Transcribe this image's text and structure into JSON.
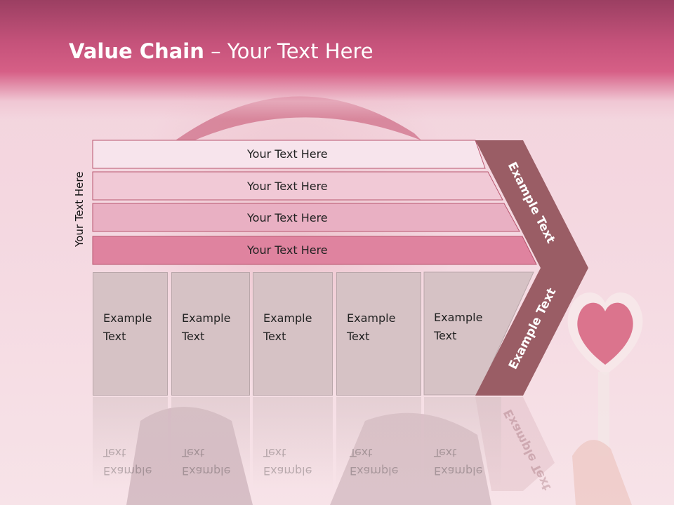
{
  "slide": {
    "title_bold": "Value Chain",
    "title_rest": " – Your Text Here",
    "side_label": "Your Text Here"
  },
  "rows": [
    {
      "label": "Your Text Here",
      "color": "#f7e4ec"
    },
    {
      "label": "Your Text Here",
      "color": "#f1c9d6"
    },
    {
      "label": "Your Text Here",
      "color": "#e9b0c3"
    },
    {
      "label": "Your Text Here",
      "color": "#df839f"
    }
  ],
  "cells": [
    {
      "line1": "Example",
      "line2": "Text"
    },
    {
      "line1": "Example",
      "line2": "Text"
    },
    {
      "line1": "Example",
      "line2": "Text"
    },
    {
      "line1": "Example",
      "line2": "Text"
    },
    {
      "line1": "Example",
      "line2": "Text"
    }
  ],
  "arrow": {
    "upper_label": "Example Text",
    "lower_label": "Example Text",
    "color": "#9a5d65"
  }
}
